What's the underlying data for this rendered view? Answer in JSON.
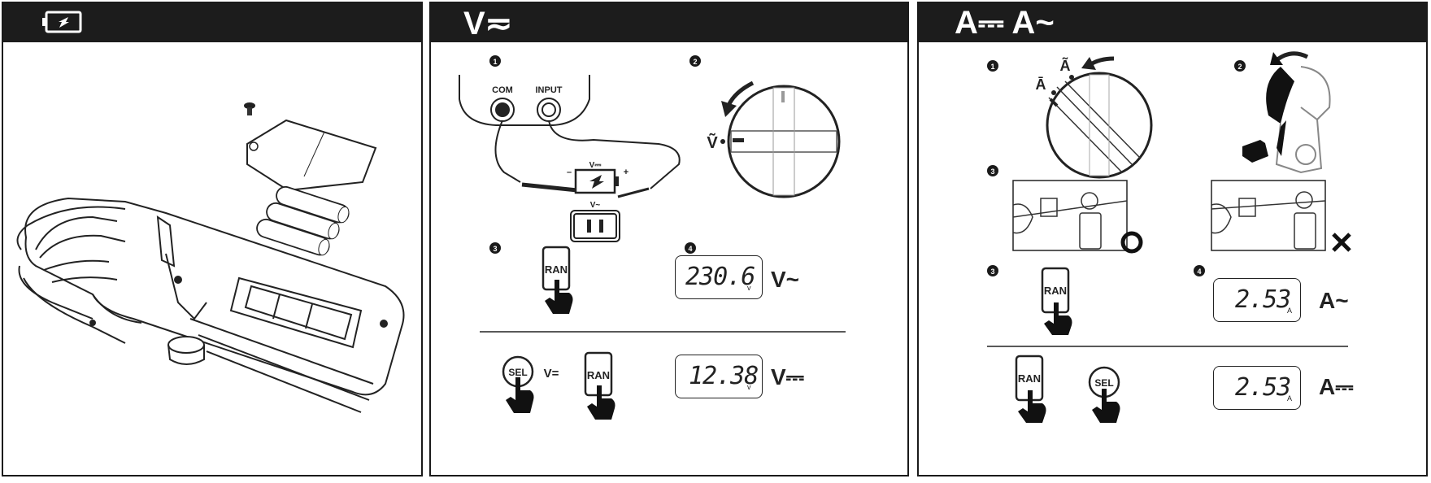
{
  "panel1": {
    "header_icon": "battery-icon"
  },
  "panel2": {
    "header": "V≂",
    "steps": [
      "1",
      "2",
      "3",
      "4"
    ],
    "labels": {
      "com": "COM",
      "input": "INPUT",
      "vdc": "V⎓",
      "vac": "V~",
      "minus": "–",
      "plus": "+",
      "dial_v": "Ṽ",
      "ran": "RAN",
      "sel": "SEL",
      "sel_mode": "V="
    },
    "lcd1": {
      "value": "230.6",
      "unit": "v",
      "mode": "V~"
    },
    "lcd2": {
      "value": "12.38",
      "unit": "v",
      "mode": "V⎓"
    }
  },
  "panel3": {
    "header": "A⎓ A~",
    "steps": [
      "1",
      "2",
      "3",
      "3",
      "4"
    ],
    "labels": {
      "dial_a_ac": "Ã",
      "dial_a_dc": "Ā",
      "ran": "RAN",
      "sel": "SEL"
    },
    "lcd1": {
      "value": "2.53",
      "unit": "A",
      "mode": "A~"
    },
    "lcd2": {
      "value": "2.53",
      "unit": "A",
      "mode": "A⎓"
    }
  }
}
